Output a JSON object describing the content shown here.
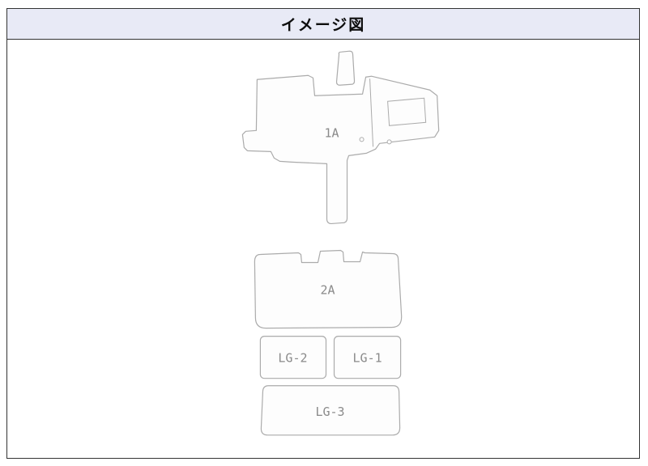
{
  "header": {
    "title": "イメージ図"
  },
  "diagram": {
    "mats": [
      {
        "id": "front-mat",
        "label": "1A"
      },
      {
        "id": "second-row-mat",
        "label": "2A"
      },
      {
        "id": "luggage-mat-2",
        "label": "LG-2"
      },
      {
        "id": "luggage-mat-1",
        "label": "LG-1"
      },
      {
        "id": "luggage-mat-3",
        "label": "LG-3"
      }
    ],
    "colors": {
      "header_background": "#e8eaf6",
      "panel_border": "#333333",
      "shape_outline": "#ababab",
      "label_text": "#8a8a8a"
    }
  }
}
